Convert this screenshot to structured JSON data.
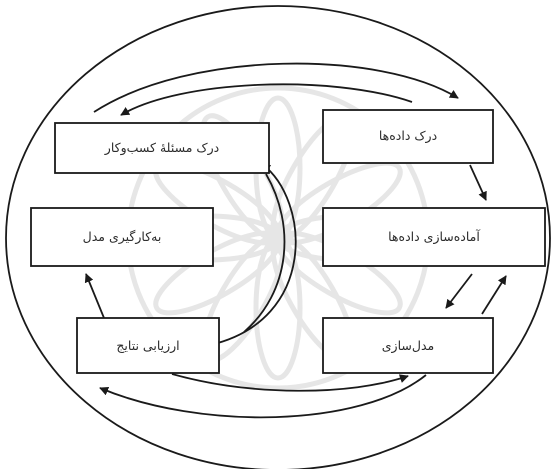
{
  "diagram": {
    "steps": {
      "business_understanding": "درک مسئلهٔ کسب‌وکار",
      "data_understanding": "درک داده‌ها",
      "data_preparation": "آماده‌سازی داده‌ها",
      "modeling": "مدل‌سازی",
      "evaluation": "ارزیابی نتایج",
      "deployment": "به‌کارگیری مدل"
    },
    "colors": {
      "stroke": "#1a1a1a",
      "text": "#2b2b2b",
      "watermark": "#e6e6e6",
      "background": "#ffffff"
    }
  }
}
